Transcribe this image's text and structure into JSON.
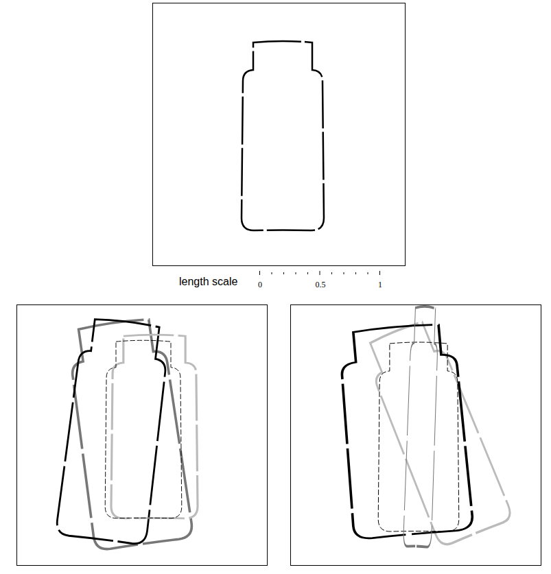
{
  "diagram": {
    "labels": [
      "length scale",
      "0",
      "0.5",
      "1"
    ]
  }
}
